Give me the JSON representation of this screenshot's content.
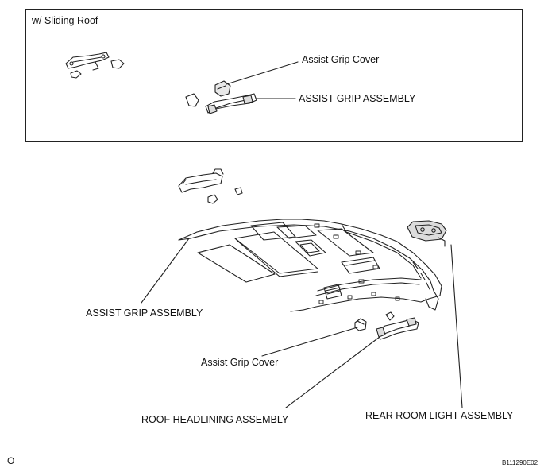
{
  "inset": {
    "title": "w/ Sliding Roof",
    "labels": {
      "grip_cover": "Assist Grip Cover",
      "grip_assembly": "ASSIST GRIP ASSEMBLY"
    }
  },
  "main": {
    "labels": {
      "grip_assembly": "ASSIST GRIP ASSEMBLY",
      "grip_cover": "Assist Grip Cover",
      "roof_headlining": "ROOF HEADLINING ASSEMBLY",
      "rear_room_light": "REAR ROOM LIGHT ASSEMBLY"
    }
  },
  "footer": {
    "left_mark": "O",
    "figure_code": "B111290E02"
  }
}
